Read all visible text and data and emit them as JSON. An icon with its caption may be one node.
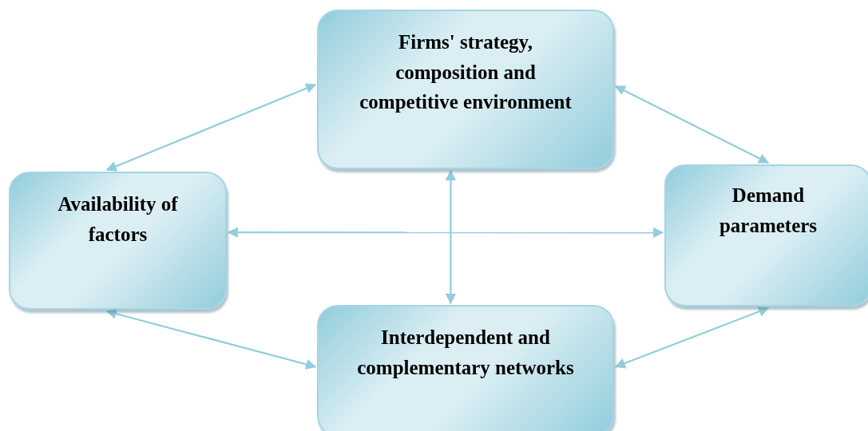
{
  "diagram": {
    "nodes": [
      {
        "text": [
          "Firms' strategy, composition and competitive environment"
        ]
      },
      {
        "text": [
          "Availability of factors"
        ]
      },
      {
        "text": [
          "Demand parameters"
        ]
      },
      {
        "text": [
          "Interdependent and complementary networks"
        ]
      }
    ],
    "edges": [
      {
        "from": 0,
        "to": 1,
        "arrow": "both"
      },
      {
        "from": 0,
        "to": 2,
        "arrow": "both"
      },
      {
        "from": 1,
        "to": 2,
        "arrow": "both"
      },
      {
        "from": 0,
        "to": 3,
        "arrow": "both"
      },
      {
        "from": 1,
        "to": 3,
        "arrow": "both"
      },
      {
        "from": 2,
        "to": 3,
        "arrow": "both"
      }
    ]
  }
}
